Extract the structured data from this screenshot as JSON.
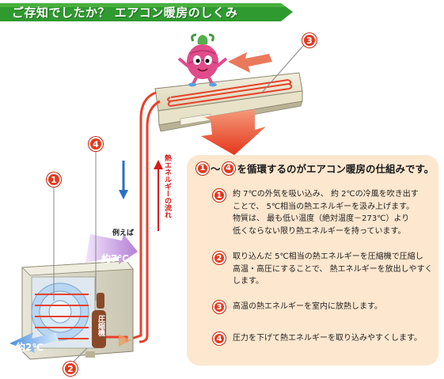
{
  "title": "ご存知でしたか？ エアコン暖房のしくみ",
  "panel": {
    "header_suffix": "を循環するのがエアコン暖房の仕組みです。",
    "header_from": "1",
    "header_tilde": "～",
    "header_to": "4",
    "steps": [
      {
        "num": "1",
        "lines": [
          "約 7℃の外気を吸い込み、 約 2℃の冷風を吹き出す",
          "ことで、 5℃相当の熱エネルギーを汲み上げます。",
          "物質は、 最も低い温度（絶対温度－273℃）より",
          "低くならない限り熱エネルギーを持っています。"
        ]
      },
      {
        "num": "2",
        "lines": [
          "取り込んだ 5℃相当の熱エネルギーを圧縮機で圧縮し",
          "高温・高圧にすることで、 熱エネルギーを放出しやすく",
          "します。"
        ]
      },
      {
        "num": "3",
        "lines": [
          "高温の熱エネルギーを室内に放熱します。"
        ]
      },
      {
        "num": "4",
        "lines": [
          "圧力を下げて熱エネルギーを取り込みやすくします。"
        ]
      }
    ]
  },
  "diagram": {
    "flow_label": "熱エネルギーの流れ",
    "example_label": "例えば",
    "intake_temp": "約7℃",
    "outlet_temp": "約2℃",
    "compressor_label": "圧縮機",
    "callouts": [
      "1",
      "2",
      "3",
      "4"
    ]
  },
  "colors": {
    "title_green": "#2f9a2f",
    "badge_red": "#e23a1e",
    "panel_bg": "#fde7cf",
    "pipe_red": "#e8402a",
    "arrow_blue": "#2a6fc4",
    "arrow_purple": "#b57fd6"
  }
}
